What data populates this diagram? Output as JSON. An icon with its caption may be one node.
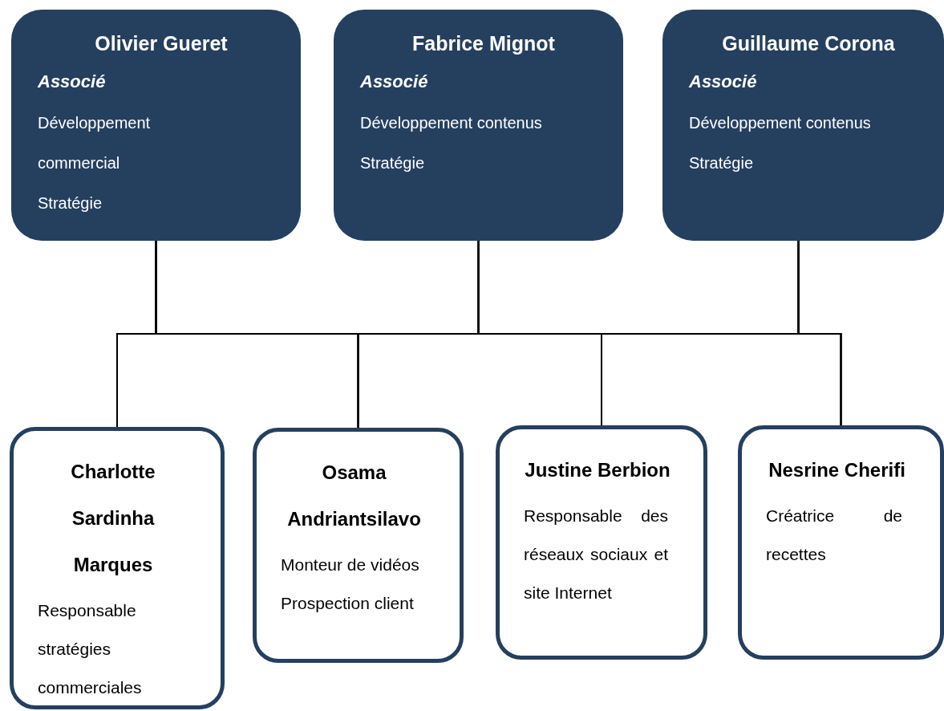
{
  "diagram": {
    "nodes": [
      {
        "text": [
          "Olivier Gueret",
          "Associé",
          "Développement commercial",
          "Stratégie"
        ]
      },
      {
        "text": [
          "Fabrice Mignot",
          "Associé",
          "Développement contenus",
          "Stratégie"
        ]
      },
      {
        "text": [
          "Guillaume Corona",
          "Associé",
          "Développement contenus",
          "Stratégie"
        ]
      },
      {
        "text": [
          "Charlotte Sardinha Marques",
          "Responsable stratégies commerciales"
        ]
      },
      {
        "text": [
          "Osama Andriantsilavo",
          "Monteur de vidéos",
          "Prospection client"
        ]
      },
      {
        "text": [
          "Justine Berbion",
          "Responsable des réseaux sociaux et site Internet"
        ]
      },
      {
        "text": [
          "Nesrine Cherifi",
          "Créatrice de recettes"
        ]
      }
    ],
    "edges": [
      {
        "from": 0,
        "to": 3,
        "arrow": "none"
      },
      {
        "from": 0,
        "to": 4,
        "arrow": "none"
      },
      {
        "from": 0,
        "to": 5,
        "arrow": "none"
      },
      {
        "from": 0,
        "to": 6,
        "arrow": "none"
      },
      {
        "from": 1,
        "to": 3,
        "arrow": "none"
      },
      {
        "from": 1,
        "to": 4,
        "arrow": "none"
      },
      {
        "from": 1,
        "to": 5,
        "arrow": "none"
      },
      {
        "from": 1,
        "to": 6,
        "arrow": "none"
      },
      {
        "from": 2,
        "to": 3,
        "arrow": "none"
      },
      {
        "from": 2,
        "to": 4,
        "arrow": "none"
      },
      {
        "from": 2,
        "to": 5,
        "arrow": "none"
      },
      {
        "from": 2,
        "to": 6,
        "arrow": "none"
      }
    ]
  }
}
